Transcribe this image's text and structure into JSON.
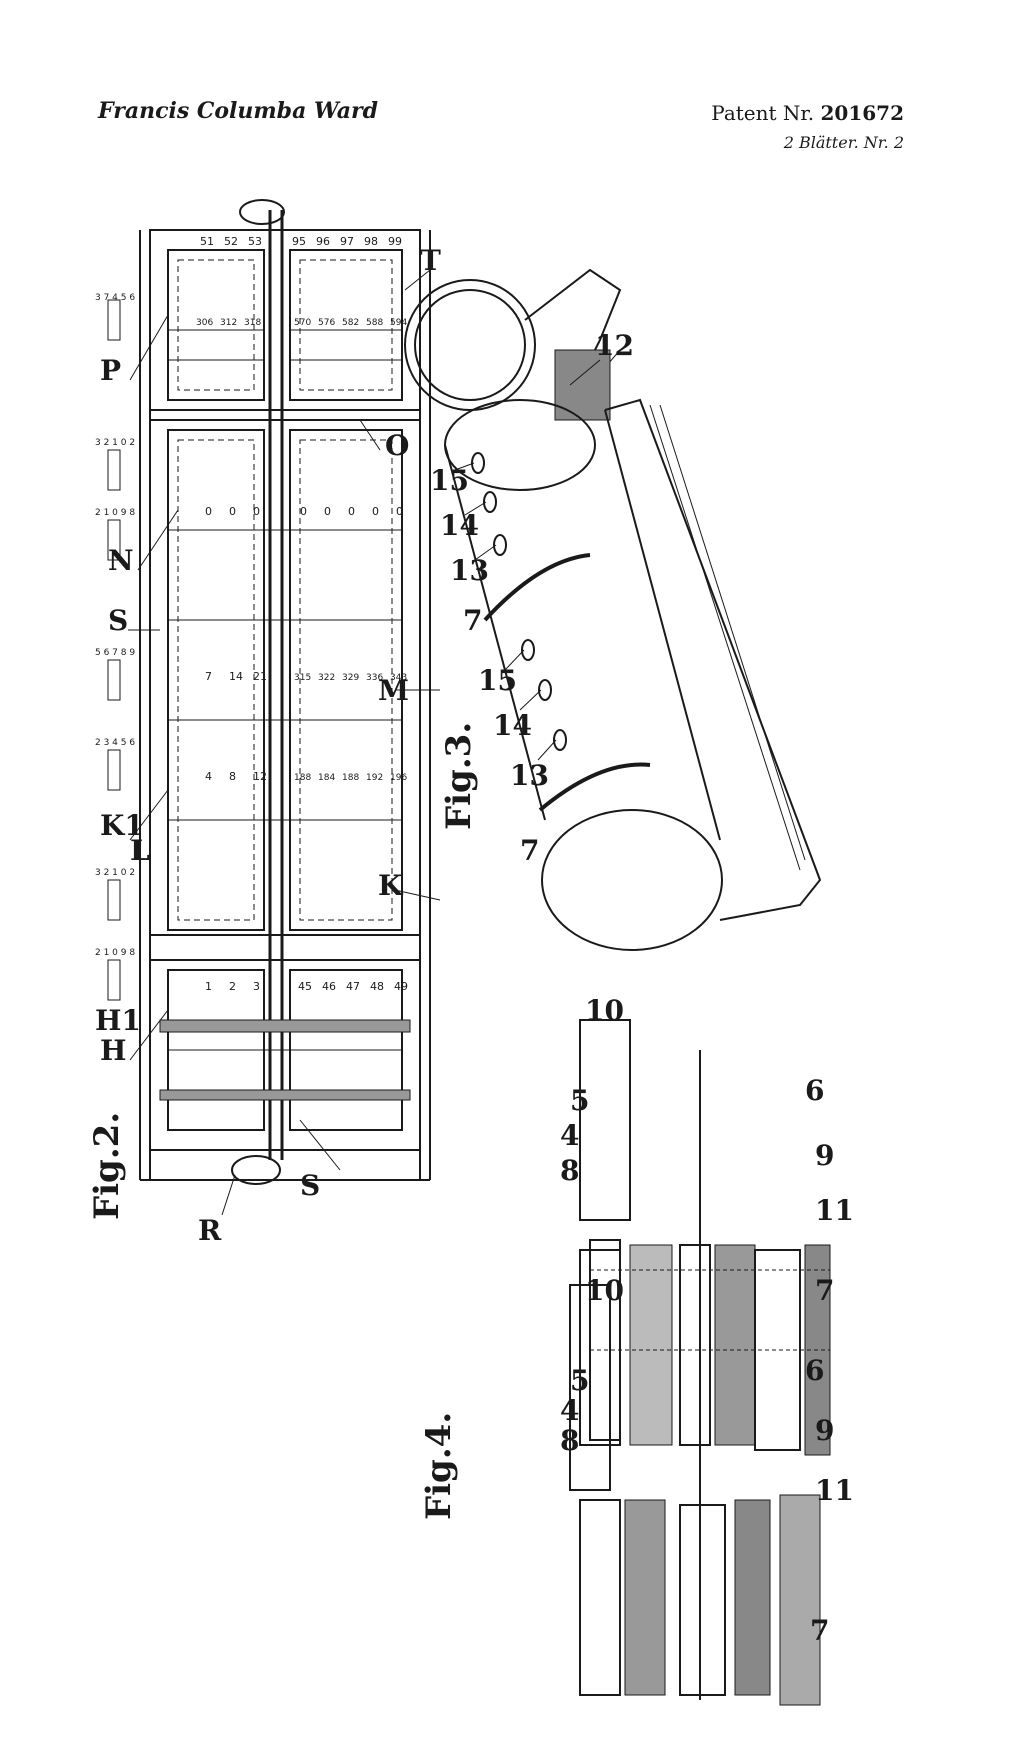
{
  "header": {
    "inventor": "Francis Columba Ward",
    "patent_label": "Patent Nr.",
    "patent_number": "201672",
    "sheet_info": "2 Blätter. Nr. 2"
  },
  "figures": {
    "fig2": {
      "caption": "Fig.2.",
      "labels": [
        "H",
        "H1",
        "K1",
        "L",
        "P",
        "S",
        "N",
        "O",
        "M",
        "K",
        "T",
        "R",
        "S"
      ],
      "column_a_numbers": [
        "1",
        "2",
        "3",
        "45",
        "46",
        "47",
        "48",
        "49"
      ],
      "column_b_numbers": [
        "51",
        "52",
        "53",
        "95",
        "96",
        "97",
        "98",
        "99"
      ],
      "column_c_numbers": [
        "4",
        "8",
        "12",
        "188",
        "184",
        "188",
        "192",
        "196"
      ],
      "column_d_numbers": [
        "7",
        "14",
        "21",
        "315",
        "322",
        "329",
        "336",
        "343"
      ],
      "column_e_numbers": [
        "306",
        "312",
        "318",
        "570",
        "576",
        "582",
        "588",
        "594"
      ],
      "column_f_numbers": [
        "0",
        "0",
        "0",
        "0",
        "0",
        "0",
        "0",
        "0"
      ],
      "keys": [
        "2 1 0 9 8",
        "3 2 1 0 2",
        "2 3 4 5 6",
        "5 6 7 8 9",
        "2 1 0 9 8",
        "3 2 1 0 2",
        "3 7 4 5 6"
      ]
    },
    "fig3": {
      "caption": "Fig.3.",
      "labels": [
        "15",
        "14",
        "13",
        "7",
        "15",
        "14",
        "13",
        "7",
        "12"
      ]
    },
    "fig4_upper": {
      "labels": [
        "10",
        "5",
        "4",
        "6",
        "8",
        "9",
        "11",
        "7"
      ]
    },
    "fig4": {
      "caption": "Fig.4.",
      "labels": [
        "10",
        "5",
        "4",
        "6",
        "8",
        "9",
        "11",
        "7"
      ]
    }
  }
}
